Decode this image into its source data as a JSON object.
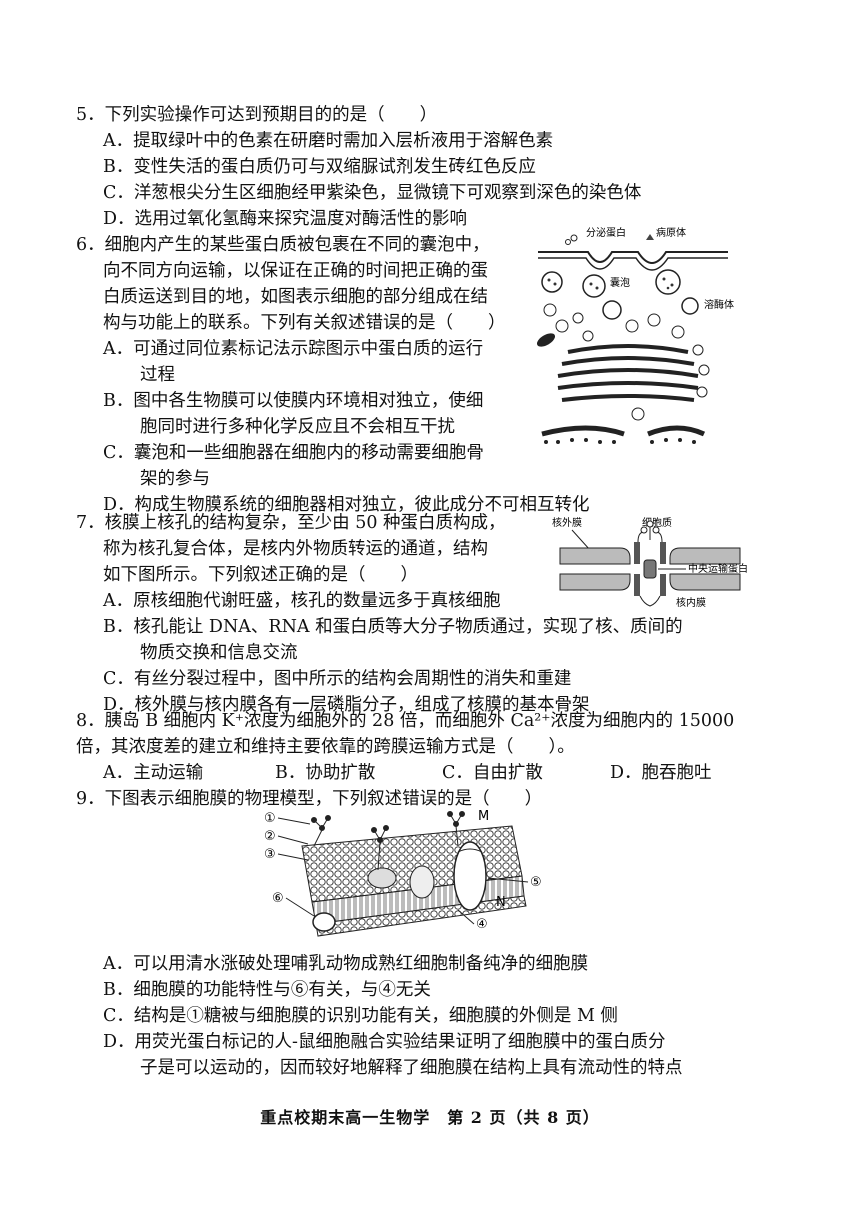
{
  "questions": {
    "q5": {
      "stem": "5．下列实验操作可达到预期目的的是（　　）",
      "a": "A．提取绿叶中的色素在研磨时需加入层析液用于溶解色素",
      "b": "B．变性失活的蛋白质仍可与双缩脲试剂发生砖红色反应",
      "c": "C．洋葱根尖分生区细胞经甲紫染色，显微镜下可观察到深色的染色体",
      "d": "D．选用过氧化氢酶来探究温度对酶活性的影响"
    },
    "q6": {
      "stem1": "6．细胞内产生的某些蛋白质被包裹在不同的囊泡中，",
      "stem2": "向不同方向运输，以保证在正确的时间把正确的蛋",
      "stem3": "白质运送到目的地，如图表示细胞的部分组成在结",
      "stem4": "构与功能上的联系。下列有关叙述错误的是（　　）",
      "a1": "A．可通过同位素标记法示踪图示中蛋白质的运行",
      "a2": "过程",
      "b1": "B．图中各生物膜可以使膜内环境相对独立，使细",
      "b2": "胞同时进行多种化学反应且不会相互干扰",
      "c1": "C．囊泡和一些细胞器在细胞内的移动需要细胞骨",
      "c2": "架的参与",
      "d": "D．构成生物膜系统的细胞器相对独立，彼此成分不可相互转化",
      "figure": {
        "label_secretory": "分泌蛋白",
        "label_pathogen": "病原体",
        "label_vesicle": "囊泡",
        "label_lysosome": "溶酶体"
      }
    },
    "q7": {
      "stem1": "7．核膜上核孔的结构复杂，至少由 50 种蛋白质构成，",
      "stem2": "称为核孔复合体，是核内外物质转运的通道，结构",
      "stem3": "如下图所示。下列叙述正确的是（　　）",
      "a": "A．原核细胞代谢旺盛，核孔的数量远多于真核细胞",
      "b1": "B．核孔能让 DNA、RNA 和蛋白质等大分子物质通过，实现了核、质间的",
      "b2": "物质交换和信息交流",
      "c": "C．有丝分裂过程中，图中所示的结构会周期性的消失和重建",
      "d": "D．核外膜与核内膜各有一层磷脂分子，组成了核膜的基本骨架",
      "figure": {
        "label_outer": "核外膜",
        "label_cytoplasm": "细胞质",
        "label_central": "中央运输蛋白",
        "label_inner": "核内膜"
      }
    },
    "q8": {
      "stem1": "8．胰岛 B 细胞内 K⁺浓度为细胞外的 28 倍，而细胞外 Ca²⁺浓度为细胞内的 15000",
      "stem2": "倍，其浓度差的建立和维持主要依靠的跨膜运输方式是（　　）。",
      "a": "A．主动运输",
      "b": "B．协助扩散",
      "c": "C．自由扩散",
      "d": "D．胞吞胞吐"
    },
    "q9": {
      "stem": "9．下图表示细胞膜的物理模型，下列叙述错误的是（　　）",
      "a": "A．可以用清水涨破处理哺乳动物成熟红细胞制备纯净的细胞膜",
      "b": "B．细胞膜的功能特性与⑥有关，与④无关",
      "c": "C．结构是①糖被与细胞膜的识别功能有关，细胞膜的外侧是 M 侧",
      "d1": "D．用荧光蛋白标记的人-鼠细胞融合实验结果证明了细胞膜中的蛋白质分",
      "d2": "子是可以运动的，因而较好地解释了细胞膜在结构上具有流动性的特点",
      "figure": {
        "m1": "①",
        "m2": "②",
        "m3": "③",
        "m4": "④",
        "m5": "⑤",
        "m6": "⑥",
        "label_m": "M",
        "label_n": "N"
      }
    }
  },
  "footer": "重点校期末高一生物学　第 2 页（共 8 页）"
}
